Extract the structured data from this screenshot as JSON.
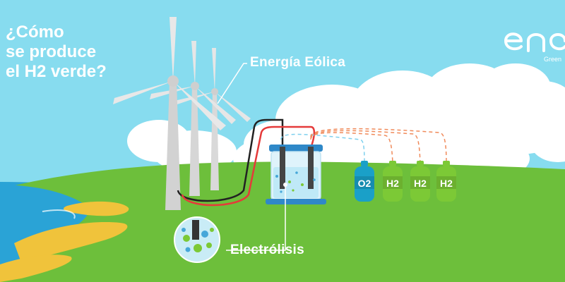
{
  "title_lines": [
    "¿Cómo",
    "se produce",
    "el H2 verde?"
  ],
  "labels": {
    "wind": "Energía Eólica",
    "electrolysis": "Electrólisis"
  },
  "brand": {
    "logo_text": "enel",
    "subtitle": "Green"
  },
  "tanks": [
    {
      "label": "O2",
      "color": "#1aa0c8"
    },
    {
      "label": "H2",
      "color": "#7cc936"
    },
    {
      "label": "H2",
      "color": "#7cc936"
    },
    {
      "label": "H2",
      "color": "#7cc936"
    }
  ],
  "colors": {
    "sky": "#87dcef",
    "grass": "#6dbf3b",
    "sea": "#2aa3d6",
    "sand": "#f0c33b",
    "turbine": "#e6e6e6",
    "wire_positive": "#e53a3a",
    "wire_negative": "#222222",
    "tank_o2": "#1aa0c8",
    "tank_h2": "#7cc936"
  }
}
